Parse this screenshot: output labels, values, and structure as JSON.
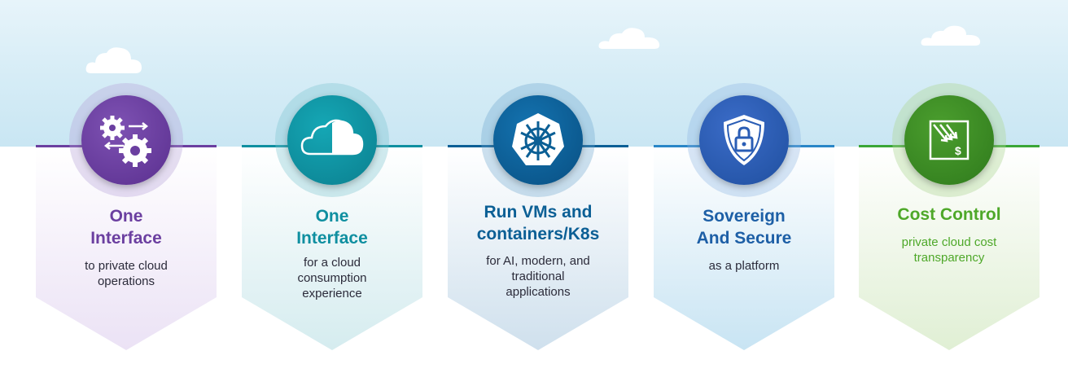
{
  "colors": {
    "purple": "#6b3fa0",
    "teal": "#0f8fa0",
    "blue": "#0b5f95",
    "indigo": "#2a5db5",
    "green": "#4ea829"
  },
  "cards": [
    {
      "title_line1": "One",
      "title_line2": "Interface",
      "desc_line1": "to private cloud",
      "desc_line2": "operations",
      "desc_line3": "",
      "icon": "gears-icon"
    },
    {
      "title_line1": "One",
      "title_line2": "Interface",
      "desc_line1": "for a cloud",
      "desc_line2": "consumption",
      "desc_line3": "experience",
      "icon": "cloud-icon"
    },
    {
      "title_line1": "Run VMs and",
      "title_line2": "containers/K8s",
      "desc_line1": "for AI, modern, and",
      "desc_line2": "traditional",
      "desc_line3": "applications",
      "icon": "kubernetes-icon"
    },
    {
      "title_line1": "Sovereign",
      "title_line2": "And Secure",
      "desc_line1": "as a platform",
      "desc_line2": "",
      "desc_line3": "",
      "icon": "shield-lock-icon"
    },
    {
      "title_line1": "Cost Control",
      "title_line2": "",
      "desc_line1": "private cloud cost",
      "desc_line2": "transparency",
      "desc_line3": "",
      "icon": "cost-chart-icon"
    }
  ]
}
